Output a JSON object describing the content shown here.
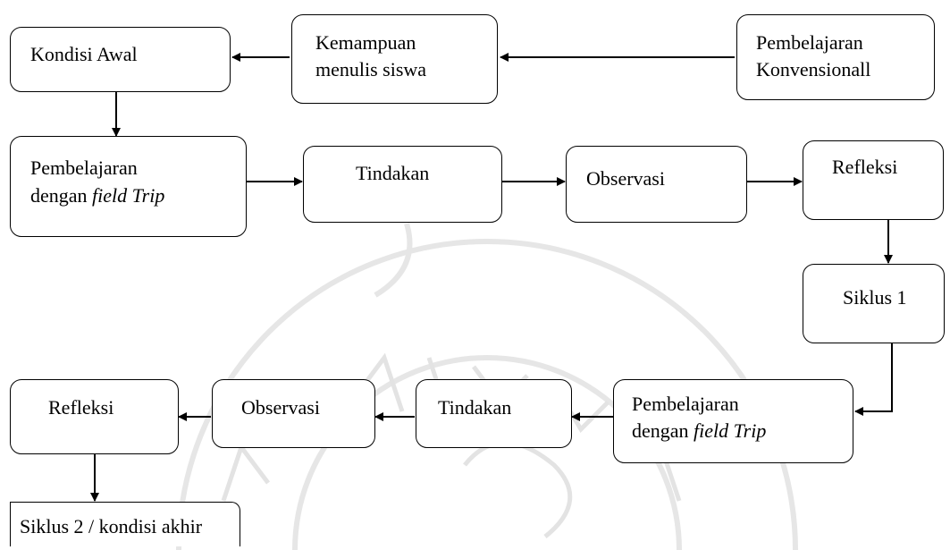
{
  "nodes": {
    "kondisi_awal": {
      "text": "Kondisi Awal"
    },
    "kemampuan": {
      "line1": "Kemampuan",
      "line2": "menulis siswa"
    },
    "konvensional": {
      "line1": "Pembelajaran",
      "line2": "Konvensionall"
    },
    "pembelajaran_1": {
      "line1": "Pembelajaran",
      "line2_prefix": "dengan ",
      "line2_italic": "field Trip"
    },
    "tindakan_1": {
      "text": "Tindakan"
    },
    "observasi_1": {
      "text": "Observasi"
    },
    "refleksi_1": {
      "text": "Refleksi"
    },
    "siklus_1": {
      "text": "Siklus 1"
    },
    "pembelajaran_2": {
      "line1": "Pembelajaran",
      "line2_prefix": "dengan ",
      "line2_italic": "field Trip"
    },
    "tindakan_2": {
      "text": "Tindakan"
    },
    "observasi_2": {
      "text": "Observasi"
    },
    "refleksi_2": {
      "text": "Refleksi"
    },
    "siklus_2": {
      "text": "Siklus 2 / kondisi akhir"
    }
  },
  "colors": {
    "line": "#000000",
    "watermark": "#e3e3e3"
  }
}
